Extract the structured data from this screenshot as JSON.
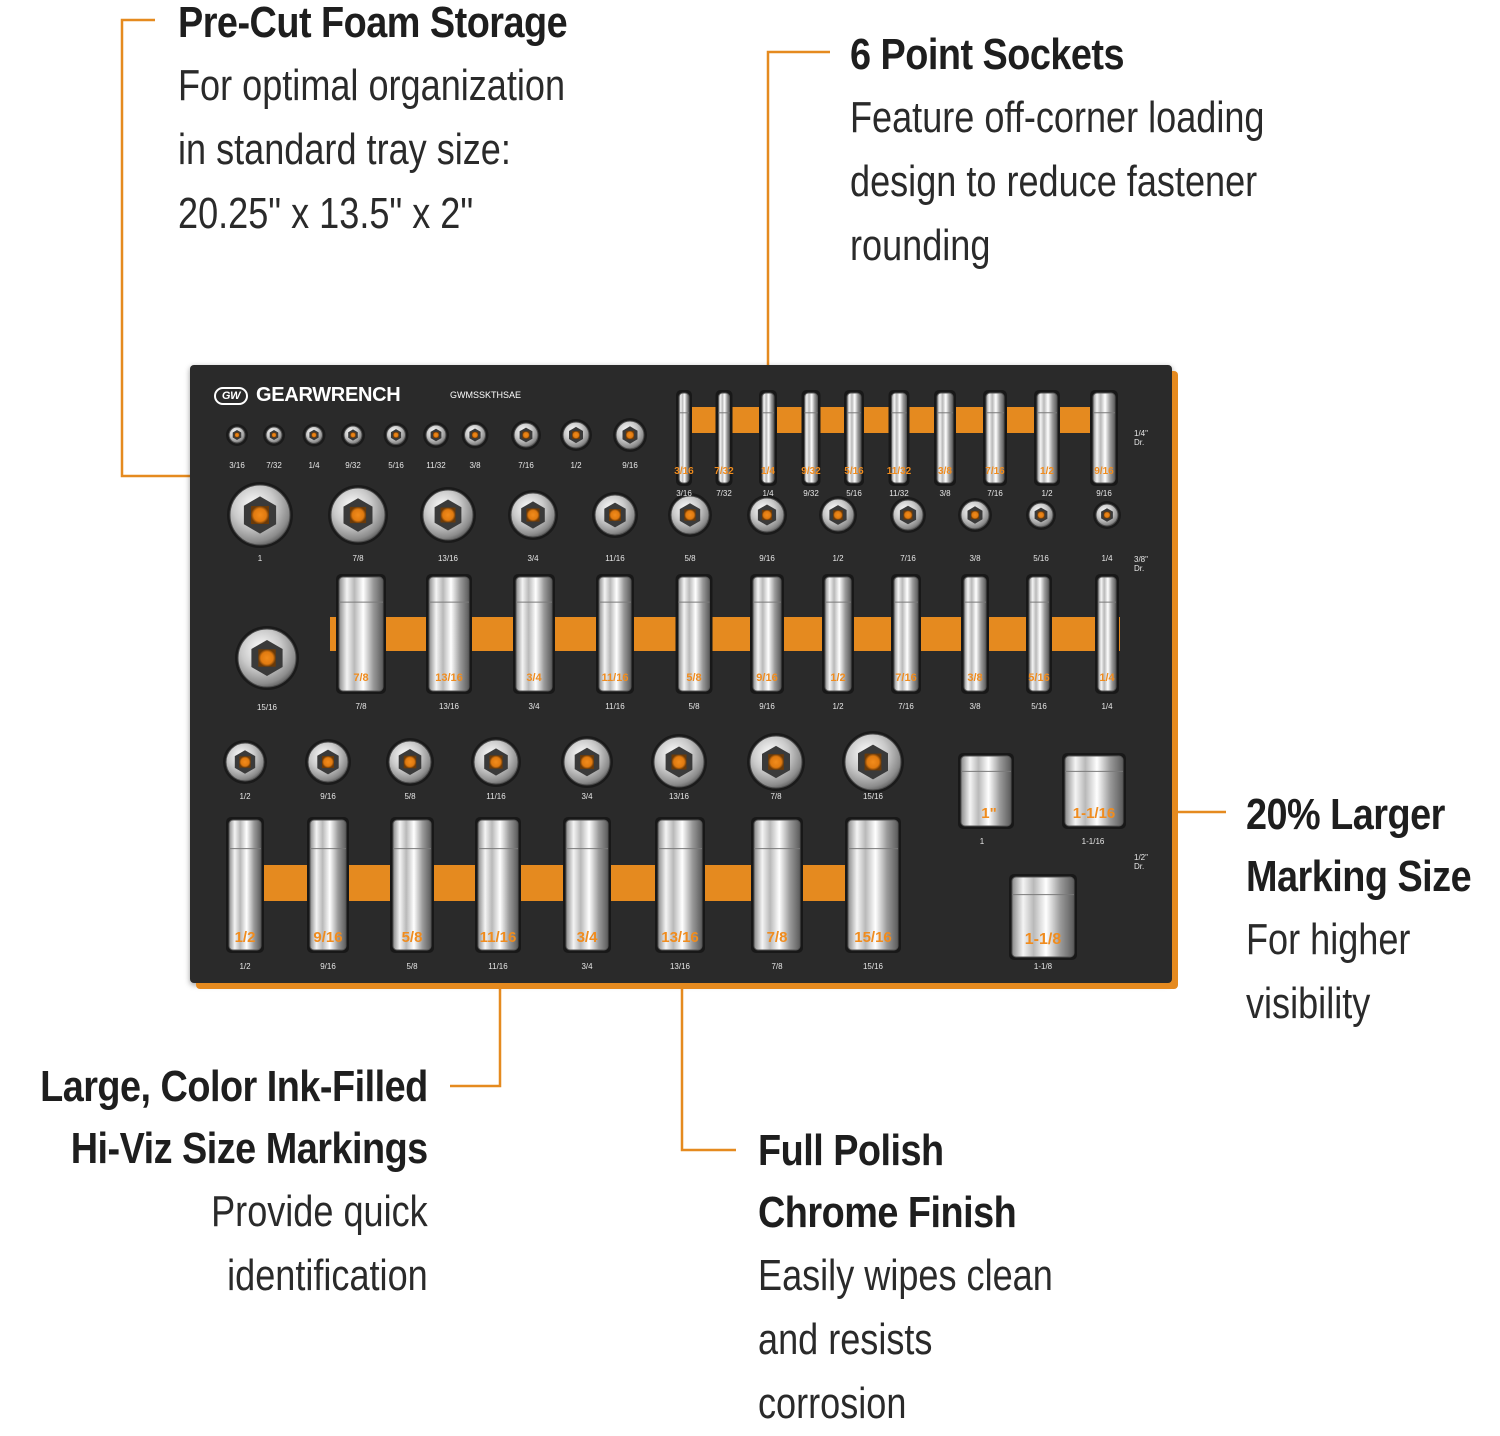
{
  "colors": {
    "accent": "#e58a1f",
    "foam": "#2a2a2a",
    "text": "#1e1e1e"
  },
  "callouts": {
    "foam": {
      "title": "Pre-Cut Foam Storage",
      "desc": [
        "For optimal organization",
        "in standard tray size:",
        "20.25\" x 13.5\" x 2\""
      ]
    },
    "six_point": {
      "title": "6 Point Sockets",
      "desc": [
        "Feature off-corner loading",
        "design to reduce fastener",
        "rounding"
      ]
    },
    "marking": {
      "title": [
        "20% Larger",
        "Marking Size"
      ],
      "desc": [
        "For higher",
        "visibility"
      ]
    },
    "ink": {
      "title": [
        "Large, Color Ink-Filled",
        "Hi-Viz Size Markings"
      ],
      "desc": [
        "Provide quick",
        "identification"
      ]
    },
    "chrome": {
      "title": [
        "Full Polish",
        "Chrome Finish"
      ],
      "desc": [
        "Easily wipes clean",
        "and resists",
        "corrosion"
      ]
    }
  },
  "tray": {
    "brand": "GEARWRENCH",
    "brand_logo": "GW",
    "part_number": "GWMSSKTHSAE",
    "drive_labels": {
      "quarter": [
        "1/4\"",
        "Dr."
      ],
      "three_eighths": [
        "3/8\"",
        "Dr."
      ],
      "half": [
        "1/2\"",
        "Dr."
      ]
    },
    "rows": {
      "quarter_std": [
        "3/16",
        "7/32",
        "1/4",
        "9/32",
        "5/16",
        "11/32",
        "3/8",
        "7/16",
        "1/2",
        "9/16"
      ],
      "quarter_deep": [
        "3/16",
        "7/32",
        "1/4",
        "9/32",
        "5/16",
        "11/32",
        "3/8",
        "7/16",
        "1/2",
        "9/16"
      ],
      "three_eighths_std": [
        "1",
        "7/8",
        "13/16",
        "3/4",
        "11/16",
        "5/8",
        "9/16",
        "1/2",
        "7/16",
        "3/8",
        "5/16",
        "1/4"
      ],
      "three_eighths_lone": "15/16",
      "three_eighths_deep": [
        "7/8",
        "13/16",
        "3/4",
        "11/16",
        "5/8",
        "9/16",
        "1/2",
        "7/16",
        "3/8",
        "5/16",
        "1/4"
      ],
      "half_std": [
        "1/2",
        "9/16",
        "5/8",
        "11/16",
        "3/4",
        "13/16",
        "7/8",
        "15/16"
      ],
      "half_large": [
        "1",
        "1-1/16",
        "1-1/8"
      ],
      "half_deep": [
        "1/2",
        "9/16",
        "5/8",
        "11/16",
        "3/4",
        "13/16",
        "7/8",
        "15/16"
      ]
    },
    "markings": {
      "quarter_deep": [
        "3/16",
        "7/32",
        "1/4",
        "9/32",
        "5/16",
        "11/32",
        "3/8",
        "7/16",
        "1/2",
        "9/16"
      ],
      "three_eighths_deep": [
        "7/8",
        "13/16",
        "3/4",
        "11/16",
        "5/8",
        "9/16",
        "1/2",
        "7/16",
        "3/8",
        "5/16",
        "1/4"
      ],
      "half_large": [
        "1\"",
        "1-1/16",
        "1-1/8"
      ],
      "half_deep": [
        "1/2",
        "9/16",
        "5/8",
        "11/16",
        "3/4",
        "13/16",
        "7/8",
        "15/16"
      ]
    }
  }
}
